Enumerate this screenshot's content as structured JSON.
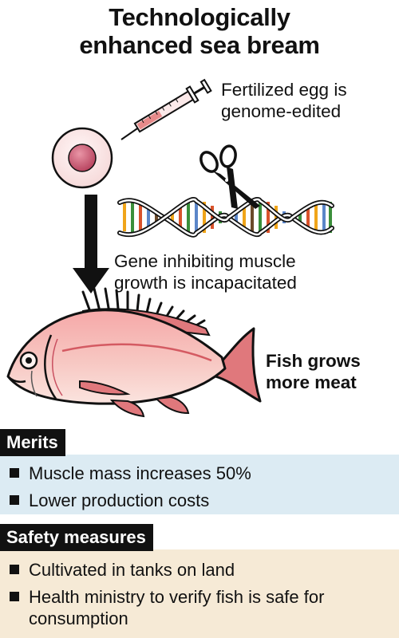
{
  "title": [
    "Technologically",
    "enhanced sea bream"
  ],
  "steps": {
    "egg": [
      "Fertilized egg is",
      "genome-edited"
    ],
    "gene": [
      "Gene inhibiting muscle",
      "growth is incapacitated"
    ],
    "fish": [
      "Fish grows",
      "more meat"
    ]
  },
  "merits": {
    "heading": "Merits",
    "items": [
      "Muscle mass increases 50%",
      "Lower production costs"
    ]
  },
  "safety": {
    "heading": "Safety measures",
    "items": [
      "Cultivated in tanks on land",
      "Health ministry to verify fish is safe for consumption"
    ]
  },
  "colors": {
    "merits_bg": "#dcebf3",
    "safety_bg": "#f6ead6",
    "fish_body": "#f3b3b3",
    "fish_fins": "#e0787c",
    "egg": "#c85a70",
    "dna": [
      "#d9532b",
      "#f0a51a",
      "#3a8f3a",
      "#5b86c9",
      "#6b4a2a"
    ]
  }
}
